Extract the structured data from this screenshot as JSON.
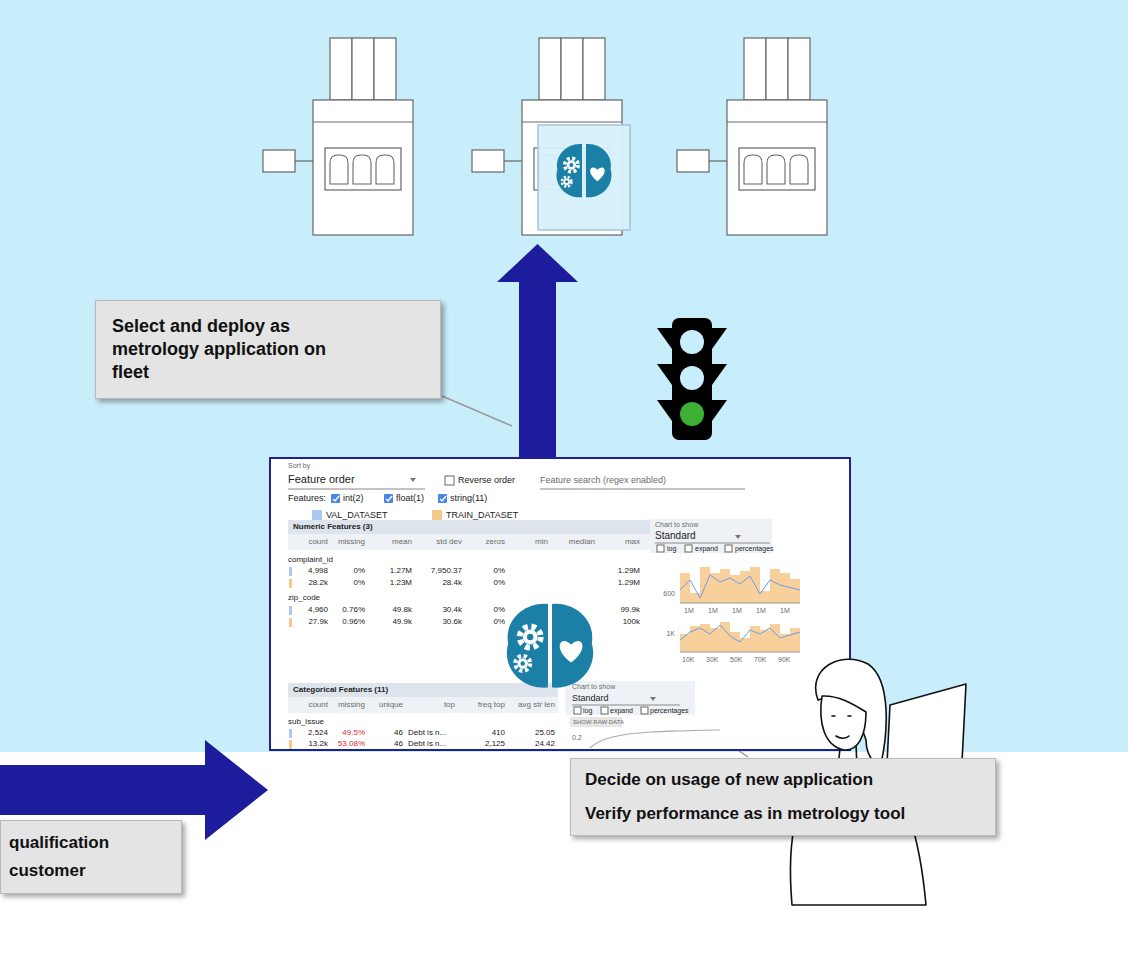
{
  "diagram": {
    "nodes": [
      {
        "text": [
          "Select and deploy as metrology application on fleet"
        ]
      },
      {
        "text": [
          "qualification customer"
        ]
      },
      {
        "text": [
          "Decide on usage of new application",
          "Verify performance as in metrology tool"
        ]
      }
    ],
    "labels": [
      "Sort by",
      "Feature order",
      "Reverse order",
      "Feature search (regex enabled)",
      "Features:",
      "int(2)",
      "float(1)",
      "string(11)",
      "Numeric Features (3)",
      "Chart to show",
      "Standard",
      "log",
      "expand",
      "percentages",
      "count",
      "missing",
      "mean",
      "std dev",
      "zeros",
      "min",
      "median",
      "max",
      "complaint_id",
      "4,998",
      "0%",
      "1.27M",
      "7,950.37",
      "0%",
      "1.29M",
      "28.2k",
      "0%",
      "1.23M",
      "28.4k",
      "0%",
      "1.29M",
      "zip_code",
      "4,960",
      "0.76%",
      "49.8k",
      "30.4k",
      "0%",
      "99.9k",
      "27.9k",
      "0.96%",
      "49.9k",
      "30.6k",
      "0%",
      "100k",
      "600",
      "1M",
      "1M",
      "1M",
      "1M",
      "1M",
      "1K",
      "10K",
      "30K",
      "50K",
      "70K",
      "90K",
      "Categorical Features (11)",
      "Chart to show",
      "Standard",
      "log",
      "expand",
      "percentages",
      "count",
      "missing",
      "unique",
      "top",
      "freq top",
      "avg str len",
      "sub_issue",
      "2,524",
      "49.5%",
      "46",
      "Debt is n...",
      "410",
      "25.05",
      "13.2k",
      "53.08%",
      "46",
      "Debt is n...",
      "2,125",
      "24.42",
      "SHOW RAW DATA",
      "0.2"
    ],
    "legend": [
      {
        "text": "VAL_DATASET",
        "color": "#a9c9f2"
      },
      {
        "text": "TRAIN_DATASET",
        "color": "#f6c88a"
      }
    ]
  }
}
